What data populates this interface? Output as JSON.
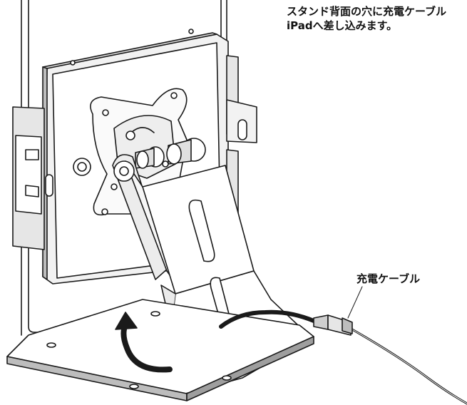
{
  "instruction": {
    "line1": "スタンド背面の穴に充電ケーブル",
    "line2": "iPadへ差し込みます。"
  },
  "labels": {
    "cable": "充電ケーブル"
  },
  "colors": {
    "line": "#1a1a1a",
    "fill": "#ffffff",
    "shade": "#d9d9d9"
  }
}
